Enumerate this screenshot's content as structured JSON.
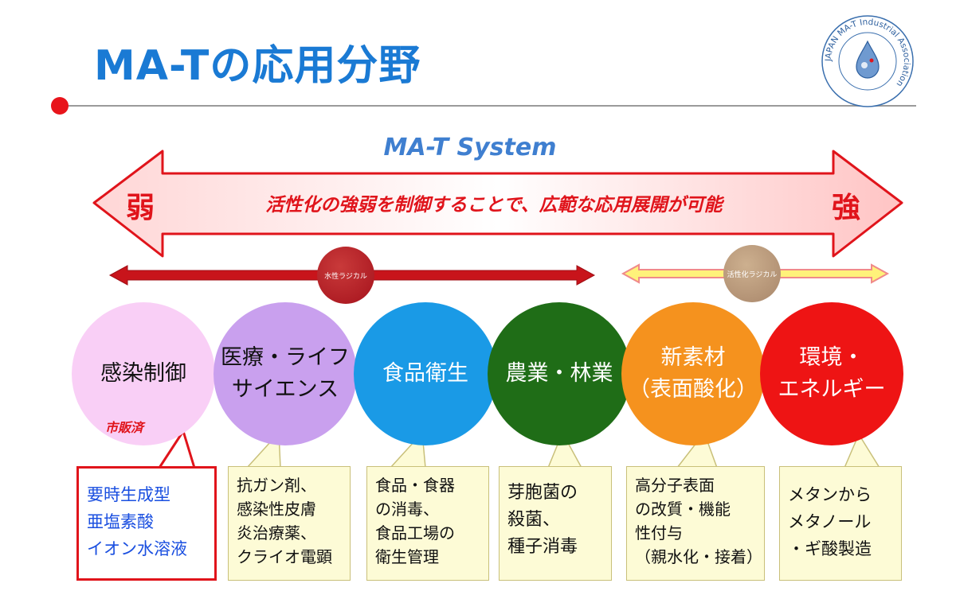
{
  "header": {
    "title": "MA-Tの応用分野",
    "logo_text": "JAPAN MA-T Industrial Association"
  },
  "system": {
    "label": "MA-T System",
    "weak": "弱",
    "strong": "強",
    "arrow_text": "活性化の強弱を制御することで、広範な応用展開が可能"
  },
  "radicals": {
    "water": "水性ラジカル",
    "active": "活性化ラジカル"
  },
  "fields": [
    {
      "label": "感染制御",
      "color": "#f9cff6"
    },
    {
      "label": "医療・ライフ\nサイエンス",
      "color": "#c9a0ee"
    },
    {
      "label": "食品衛生",
      "color": "#1a9ae6"
    },
    {
      "label": "農業・林業",
      "color": "#1f6d17"
    },
    {
      "label": "新素材\n（表面酸化）",
      "color": "#f5921e"
    },
    {
      "label": "環境・\nエネルギー",
      "color": "#ee1414"
    }
  ],
  "sold_label": "市販済",
  "callouts": [
    "要時生成型\n亜塩素酸\nイオン水溶液",
    "抗ガン剤、\n感染性皮膚\n炎治療薬、\nクライオ電顕",
    "食品・食器\nの消毒、\n食品工場の\n衛生管理",
    "芽胞菌の\n殺菌、\n種子消毒",
    "高分子表面\nの改質・機能\n性付与\n（親水化・接着）",
    "メタンから\nメタノール\n・ギ酸製造"
  ],
  "colors": {
    "accent_blue": "#1a7ad4",
    "accent_red": "#e0141b",
    "callout_fill": "#fdfbd6"
  }
}
